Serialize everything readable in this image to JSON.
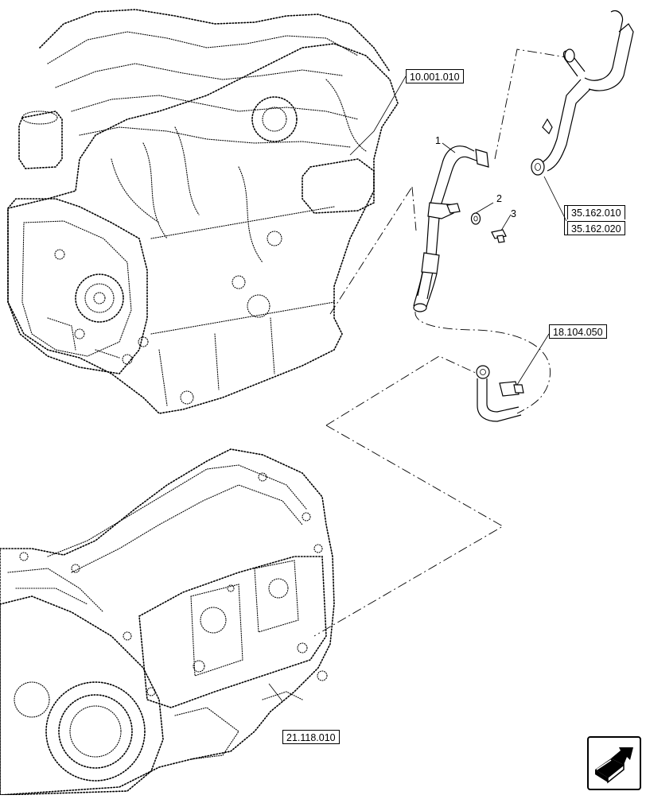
{
  "references": {
    "engine": "10.001.010",
    "pipe_upper_a": "35.162.010",
    "pipe_upper_b": "35.162.020",
    "fitting": "18.104.050",
    "transmission": "21.118.010"
  },
  "callouts": {
    "item1": "1",
    "item2": "2",
    "item3": "3"
  },
  "icons": {
    "navigation": "next-page-arrow-icon"
  },
  "colors": {
    "line": "#000000",
    "background": "#ffffff"
  }
}
